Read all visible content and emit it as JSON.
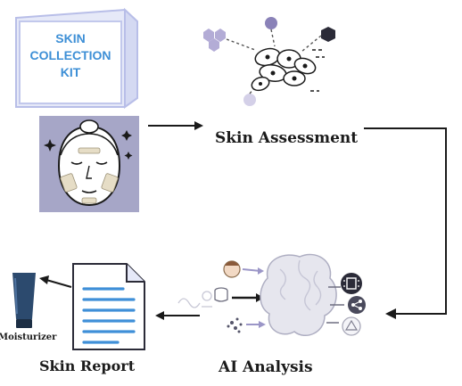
{
  "kit": {
    "label_lines": [
      "SKIN",
      "COLLECTION",
      "KIT"
    ]
  },
  "steps": {
    "assessment": "Skin Assessment",
    "analysis": "AI Analysis",
    "report": "Skin Report"
  },
  "product": {
    "label": "Moisturizer"
  },
  "colors": {
    "kit_text": "#3d8fd6",
    "box_outline": "#b8bee8",
    "face_panel": "#a6a6c7",
    "report_blue": "#3f8fd8",
    "arrows": "#1a1a1a"
  },
  "icons": [
    "hexagon-cluster-icon",
    "cell-sketch-icon",
    "face-icon",
    "document-icon",
    "moisturizer-tube-icon",
    "brain-icon",
    "person-avatar-icon",
    "database-icon",
    "circuit-chip-icon",
    "network-share-icon",
    "warning-search-icon"
  ]
}
